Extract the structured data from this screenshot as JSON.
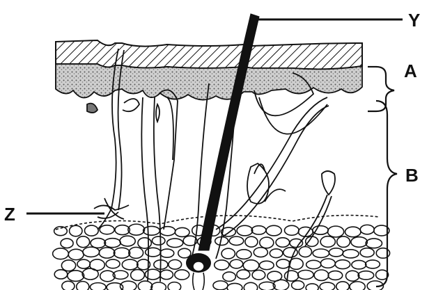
{
  "labels": {
    "a": "A",
    "b": "B",
    "y": "Y",
    "z": "Z"
  },
  "colors": {
    "ink": "#111111",
    "paper": "#ffffff",
    "epidermis_fill": "#d9d9d9"
  }
}
